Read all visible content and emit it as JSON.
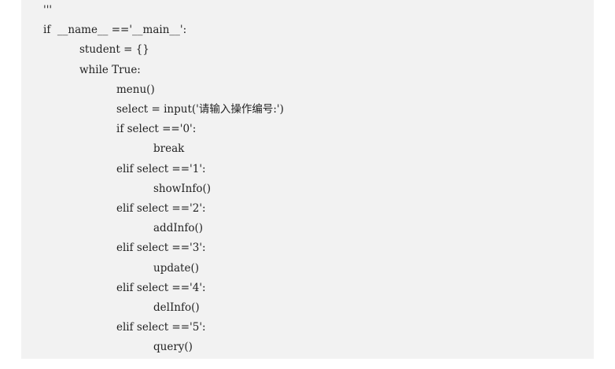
{
  "code": {
    "lines": [
      "'''",
      "if  __name__ =='__main__':",
      "student = {}",
      "while True:",
      "menu()",
      "select = input('请输入操作编号:')",
      "if select =='0':",
      "break",
      "elif select =='1':",
      "showInfo()",
      "elif select =='2':",
      "addInfo()",
      "elif select =='3':",
      "update()",
      "elif select =='4':",
      "delInfo()",
      "elif select =='5':",
      "query()"
    ]
  }
}
